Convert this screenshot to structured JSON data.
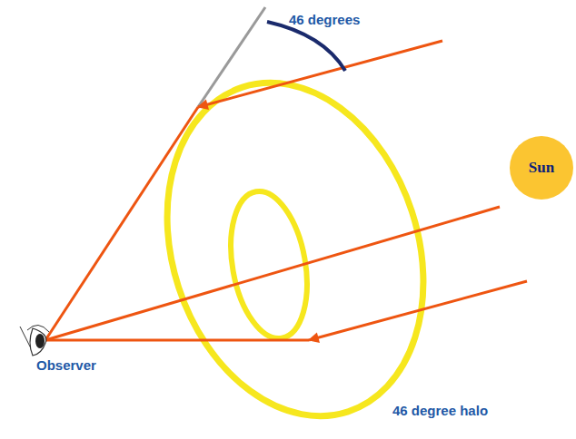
{
  "diagram": {
    "nodes": [
      {
        "text": [
          "Sun"
        ]
      }
    ],
    "labels": [
      "46 degrees",
      "Observer",
      "46 degree halo"
    ]
  }
}
